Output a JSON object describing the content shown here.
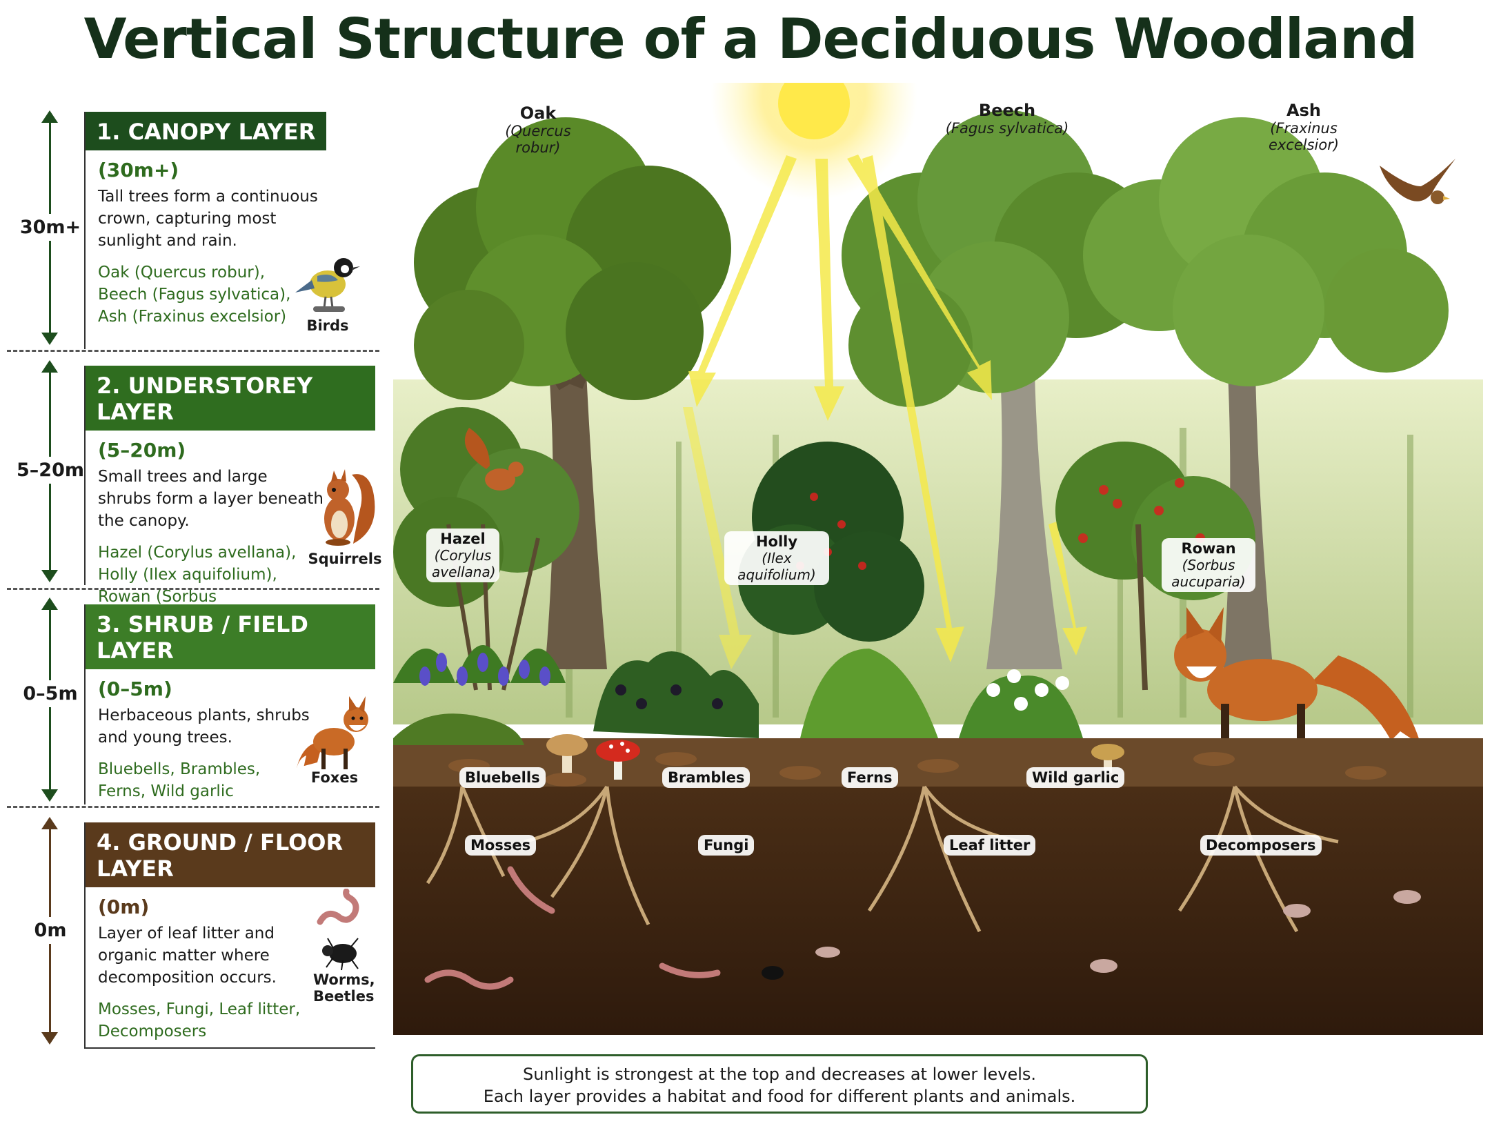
{
  "title": "Vertical Structure of a Deciduous Woodland",
  "layers": [
    {
      "height_label": "30m+",
      "header": "1. CANOPY LAYER",
      "range": "(30m+)",
      "description": "Tall trees form a continuous crown, capturing most sunlight and rain.",
      "species": "Oak (Quercus robur), Beech (Fagus sylvatica), Ash (Fraxinus excelsior)",
      "animal": "Birds",
      "color": "#1d4d1d"
    },
    {
      "height_label": "5–20m",
      "header": "2. UNDERSTOREY LAYER",
      "range": "(5–20m)",
      "description": "Small trees and large shrubs form a layer beneath the canopy.",
      "species": "Hazel (Corylus avellana), Holly (Ilex aquifolium), Rowan (Sorbus aucuparia)",
      "animal": "Squirrels",
      "color": "#2f6d1f"
    },
    {
      "height_label": "0–5m",
      "header": "3. SHRUB / FIELD LAYER",
      "range": "(0–5m)",
      "description": "Herbaceous plants, shrubs and young trees.",
      "species": "Bluebells, Brambles, Ferns, Wild garlic",
      "animal": "Foxes",
      "color": "#3c7d27"
    },
    {
      "height_label": "0m",
      "header": "4. GROUND / FLOOR LAYER",
      "range": "(0m)",
      "description": "Layer of leaf litter and organic matter where decomposition occurs.",
      "species": "Mosses, Fungi, Leaf litter, Decomposers",
      "animal": "Worms, Beetles",
      "color": "#5a3a1c"
    }
  ],
  "trees": [
    {
      "name": "Oak",
      "scientific": "(Quercus robur)"
    },
    {
      "name": "Beech",
      "scientific": "(Fagus sylvatica)"
    },
    {
      "name": "Ash",
      "scientific": "(Fraxinus excelsior)"
    }
  ],
  "understorey_labels": [
    {
      "name": "Hazel",
      "scientific": "(Corylus avellana)"
    },
    {
      "name": "Holly",
      "scientific": "(Ilex aquifolium)"
    },
    {
      "name": "Rowan",
      "scientific": "(Sorbus aucuparia)"
    }
  ],
  "field_labels": [
    "Bluebells",
    "Brambles",
    "Ferns",
    "Wild garlic"
  ],
  "ground_labels": [
    "Mosses",
    "Fungi",
    "Leaf litter",
    "Decomposers"
  ],
  "footer": {
    "line1": "Sunlight is strongest at the top and decreases at lower levels.",
    "line2": "Each layer provides a habitat and food for different plants and animals."
  }
}
